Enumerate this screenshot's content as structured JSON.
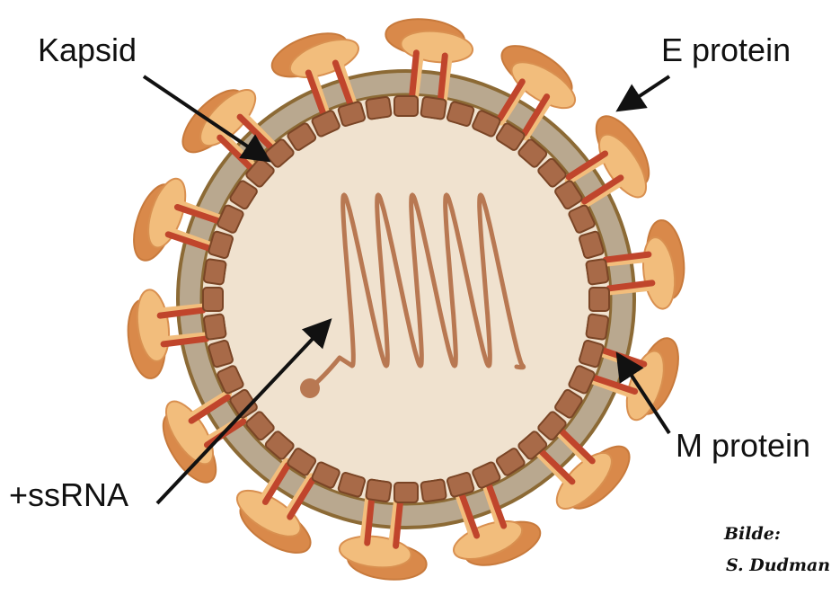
{
  "labels": {
    "capsid": "Kapsid",
    "e_protein": "E protein",
    "m_protein": "M protein",
    "rna": "+ssRNA"
  },
  "credit": {
    "line1": "Bilde:",
    "line2": "S. Dudman"
  },
  "colors": {
    "envelope": "#b9a88f",
    "envelope_edge": "#8c6a35",
    "interior": "#f0e2cf",
    "capsid": "#a86a48",
    "capsid_edge": "#7a4526",
    "spike_light": "#f2bd7c",
    "spike_dark": "#d9894a",
    "m_protein": "#c0452c",
    "rna": "#b87852"
  }
}
